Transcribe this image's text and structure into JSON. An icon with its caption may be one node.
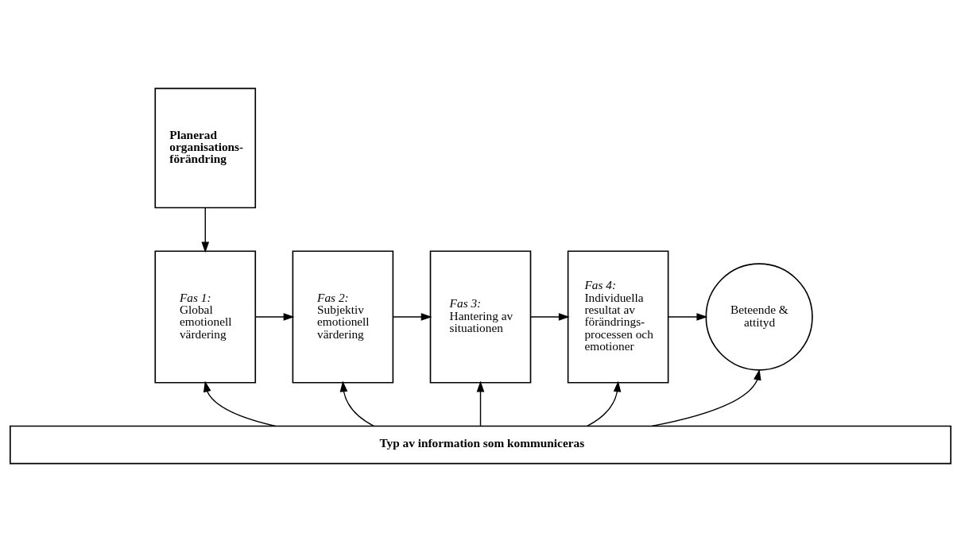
{
  "diagram": {
    "nodes": [
      {
        "text": [
          "Planerad organisations-förändring"
        ]
      },
      {
        "text": [
          "Fas 1:",
          "Global emotionell värdering"
        ]
      },
      {
        "text": [
          "Fas 2:",
          "Subjektiv emotionell värdering"
        ]
      },
      {
        "text": [
          "Fas 3:",
          "Hantering av situationen"
        ]
      },
      {
        "text": [
          "Fas 4:",
          "Individuella resultat av förändrings-processen och emotioner"
        ]
      },
      {
        "text": [
          "Beteende & attityd"
        ]
      },
      {
        "text": [
          "Typ av information som kommuniceras"
        ]
      }
    ],
    "edges": [
      {
        "from": 0,
        "to": 1,
        "arrow": "to"
      },
      {
        "from": 1,
        "to": 2,
        "arrow": "to"
      },
      {
        "from": 2,
        "to": 3,
        "arrow": "to"
      },
      {
        "from": 3,
        "to": 4,
        "arrow": "to"
      },
      {
        "from": 4,
        "to": 5,
        "arrow": "to"
      },
      {
        "from": 6,
        "to": 1,
        "arrow": "to"
      },
      {
        "from": 6,
        "to": 2,
        "arrow": "to"
      },
      {
        "from": 6,
        "to": 3,
        "arrow": "to"
      },
      {
        "from": 6,
        "to": 4,
        "arrow": "to"
      },
      {
        "from": 6,
        "to": 5,
        "arrow": "to"
      }
    ]
  }
}
